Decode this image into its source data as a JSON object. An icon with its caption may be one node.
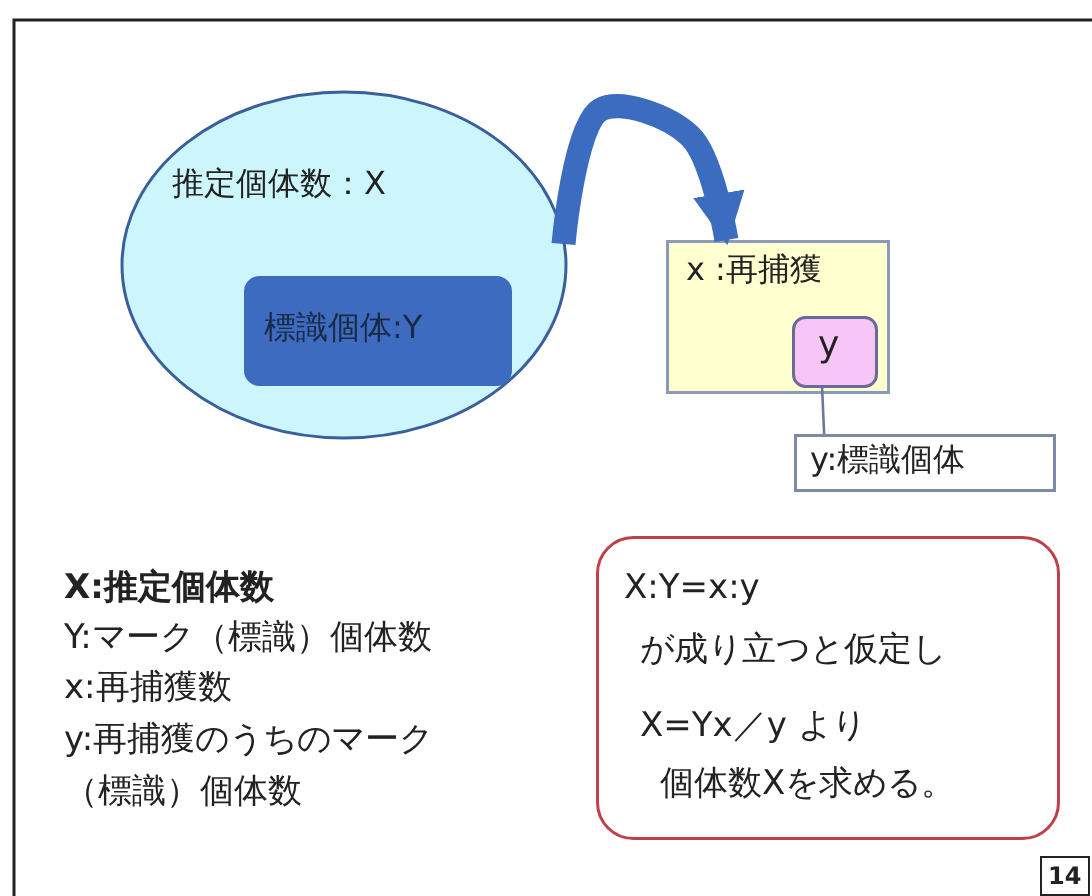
{
  "diagram": {
    "nodes": [
      {
        "text": [
          "推定個体数：X"
        ]
      },
      {
        "text": [
          "標識個体:Y"
        ],
        "in": 0
      },
      {
        "text": [
          "x :再捕獲"
        ]
      },
      {
        "text": [
          "y"
        ],
        "in": 2
      },
      {
        "text": [
          "y:標識個体"
        ]
      },
      {
        "text": [
          "X:Y=x:y",
          "が成り立つと仮定し",
          "X=Yx／y より",
          "個体数Xを求める。"
        ]
      }
    ],
    "edges": [
      {
        "from": 0,
        "to": 2,
        "arrow": "to",
        "style": "thick",
        "color": "#3b6cc0"
      },
      {
        "from": 4,
        "to": 3,
        "arrow": "none"
      }
    ],
    "labels": [
      "X:推定個体数",
      "Y:マーク（標識）個体数",
      "x:再捕獲数",
      "y:再捕獲のうちのマーク（標識）個体数",
      "14"
    ]
  }
}
